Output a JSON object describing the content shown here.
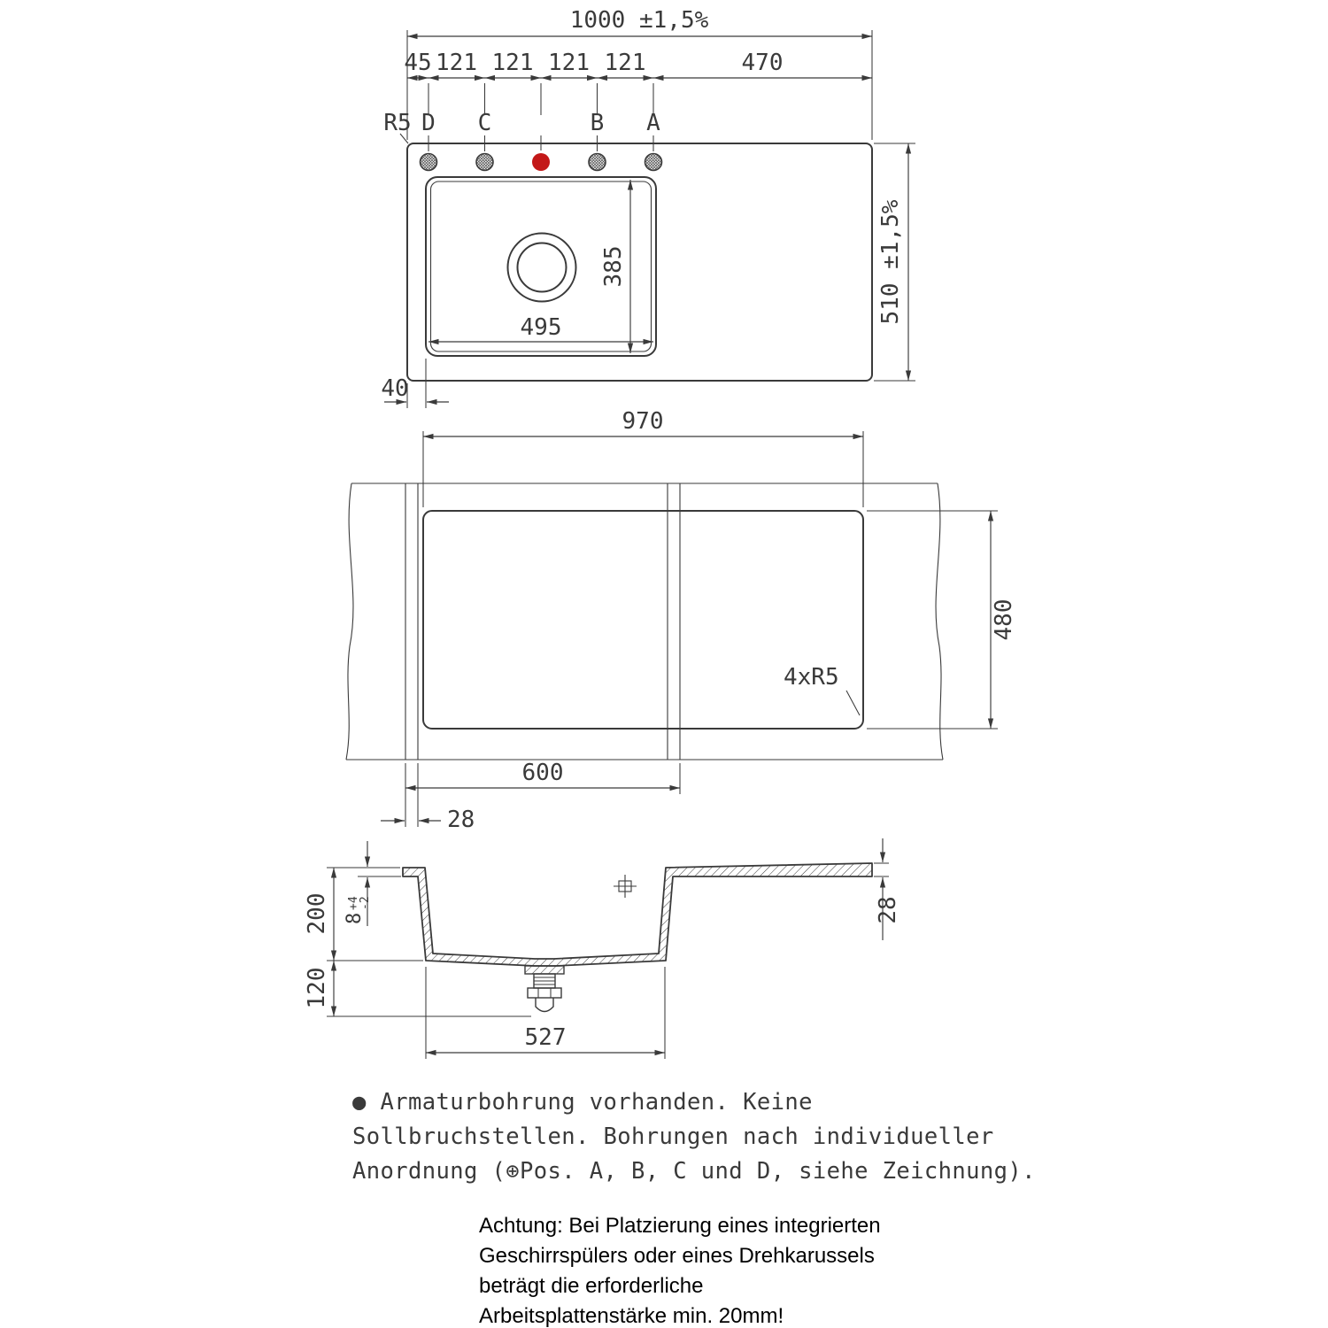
{
  "meta": {
    "type": "sink-installation-drawing",
    "background": "#ffffff",
    "line_color": "#3a3a3a",
    "accent_red": "#c31818"
  },
  "top_view": {
    "dim_total_width": "1000 ±1,5%",
    "dim_seg_1": "45",
    "dim_seg_2": "121",
    "dim_seg_3": "121",
    "dim_seg_4": "121",
    "dim_seg_5": "121",
    "dim_seg_6": "470",
    "corner_radius": "R5",
    "hole_d": "D",
    "hole_c": "C",
    "hole_b": "B",
    "hole_a": "A",
    "dim_basin_depth": "385",
    "dim_basin_width": "495",
    "dim_total_depth": "510 ±1,5%",
    "dim_left_offset": "40"
  },
  "cutout_view": {
    "dim_cutout_width": "970",
    "dim_cutout_depth": "480",
    "corner_radius": "4xR5",
    "dim_cabinet_width": "600",
    "dim_edge_gap": "28"
  },
  "section_view": {
    "dim_basin_height": "200",
    "dim_rim_thickness": "8",
    "tol_plus": "+4",
    "tol_minus": "-2",
    "dim_below_height": "120",
    "dim_board_thickness": "28",
    "dim_basin_bottom_width": "527"
  },
  "notes": {
    "armatur": {
      "line1": "● Armaturbohrung vorhanden. Keine",
      "line2": "Sollbruchstellen. Bohrungen nach individueller",
      "line3": "Anordnung (⊕Pos. A, B, C und D, siehe Zeichnung)."
    },
    "achtung": {
      "line1": "Achtung: Bei Platzierung eines integrierten",
      "line2": "Geschirrspülers oder eines Drehkarussels",
      "line3": "beträgt die erforderliche",
      "line4": "Arbeitsplattenstärke min. 20mm!"
    }
  }
}
